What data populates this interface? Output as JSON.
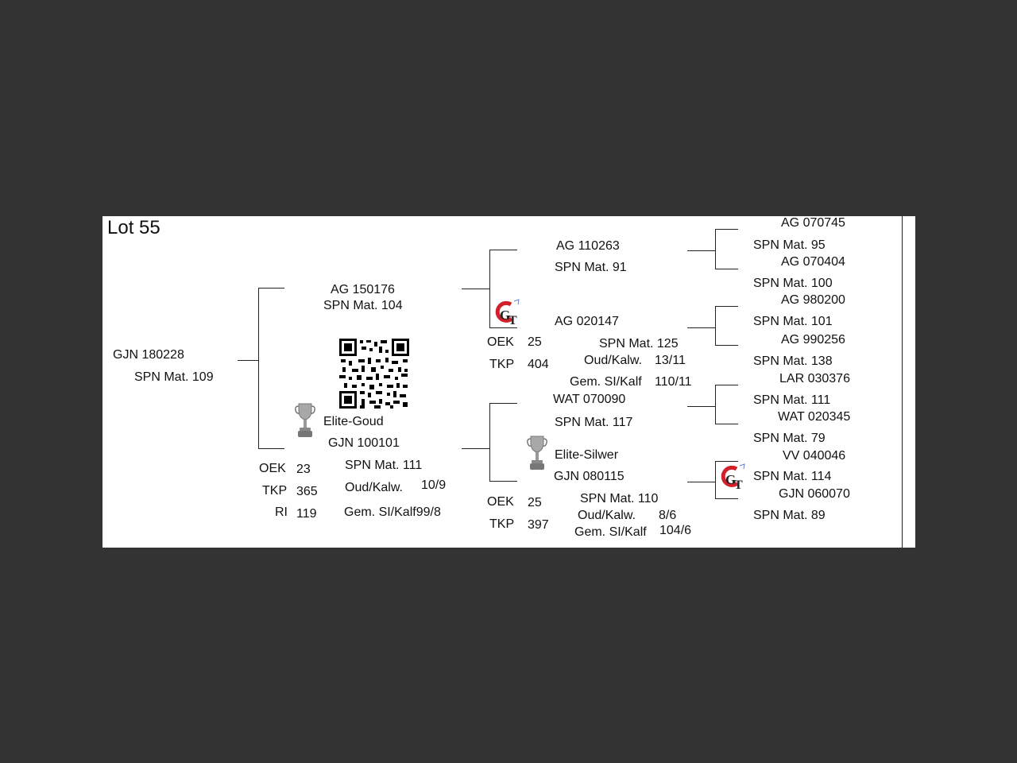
{
  "lot_title": "Lot 55",
  "animal": {
    "id": "GJN 180228",
    "spn": "SPN Mat. 109"
  },
  "sire": {
    "id": "AG  150176",
    "spn": "SPN Mat. 104",
    "sire": {
      "id": "AG  110263",
      "spn": "SPN Mat. 91",
      "sire": {
        "id": "AG  070745",
        "spn": "SPN Mat. 95"
      },
      "dam": {
        "id": "AG  070404",
        "spn": "SPN Mat. 100"
      }
    },
    "dam": {
      "id": "AG  020147",
      "spn": "SPN Mat. 125",
      "oek_label": "OEK",
      "oek": "25",
      "tkp_label": "TKP",
      "tkp": "404",
      "oud_label": "Oud/Kalw.",
      "oud": "13/11",
      "gem_label": "Gem. SI/Kalf",
      "gem": "110/11",
      "sire": {
        "id": "AG  980200",
        "spn": "SPN Mat. 101"
      },
      "dam": {
        "id": "AG  990256",
        "spn": "SPN Mat. 138"
      }
    }
  },
  "dam": {
    "award": "Elite-Goud",
    "id": "GJN 100101",
    "spn": "SPN Mat. 111",
    "oek_label": "OEK",
    "oek": "23",
    "tkp_label": "TKP",
    "tkp": "365",
    "ri_label": "RI",
    "ri": "119",
    "oud_label": "Oud/Kalw.",
    "oud": "10/9",
    "gem": "Gem. SI/Kalf99/8",
    "sire": {
      "id": "WAT 070090",
      "spn": "SPN Mat. 117",
      "sire": {
        "id": "LAR 030376",
        "spn": "SPN Mat. 111"
      },
      "dam": {
        "id": "WAT 020345",
        "spn": "SPN Mat. 79"
      }
    },
    "dam": {
      "award": "Elite-Silwer",
      "id": "GJN 080115",
      "spn": "SPN Mat. 110",
      "oek_label": "OEK",
      "oek": "25",
      "tkp_label": "TKP",
      "tkp": "397",
      "oud_label": "Oud/Kalw.",
      "oud": "8/6",
      "gem_label": "Gem. SI/Kalf",
      "gem": "104/6",
      "sire": {
        "id": "VV  040046",
        "spn": "SPN Mat. 114"
      },
      "dam": {
        "id": "GJN 060070",
        "spn": "SPN Mat. 89"
      }
    }
  },
  "icons": {
    "trophy": "trophy-icon",
    "gt_logo": "gt-logo-icon",
    "qr": "qr-code"
  },
  "colors": {
    "page_bg": "#333333",
    "doc_bg": "#ffffff",
    "logo_red": "#d0202a"
  }
}
